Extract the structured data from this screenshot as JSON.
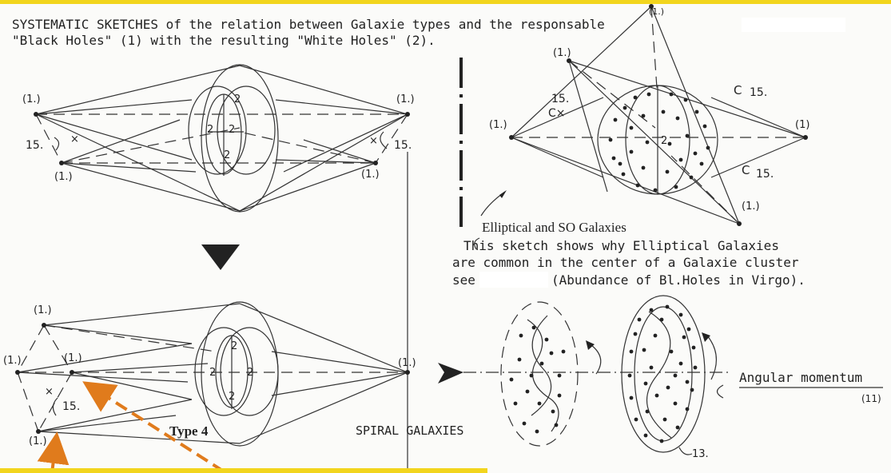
{
  "heading": {
    "line1": "SYSTEMATIC SKETCHES of the relation between Galaxie types and the responsable",
    "line2": "\"Black Holes\" (1) with the resulting \"White Holes\" (2)."
  },
  "node_label": "(1.)",
  "node_label_alt": "(1)",
  "center_label": "2",
  "angle_label": "15.",
  "angle_labels_right": [
    "15.",
    "15."
  ],
  "elliptical": {
    "title": "Elliptical and SO Galaxies",
    "note_line1": "This sketch shows why Elliptical Galaxies",
    "note_line2": "are common in the center of a Galaxie cluster",
    "note_line3_a": "see",
    "note_line3_b": "(Abundance of Bl.Holes in Virgo)."
  },
  "type_label": "Type 4",
  "spiral_label": "SPIRAL GALAXIES",
  "angular": {
    "label": "Angular momentum",
    "ref": "(11)"
  },
  "spiral_ref": "13.",
  "colors": {
    "frame": "#f2d51e",
    "arrow": "#e07b1c",
    "ink": "#222222"
  }
}
